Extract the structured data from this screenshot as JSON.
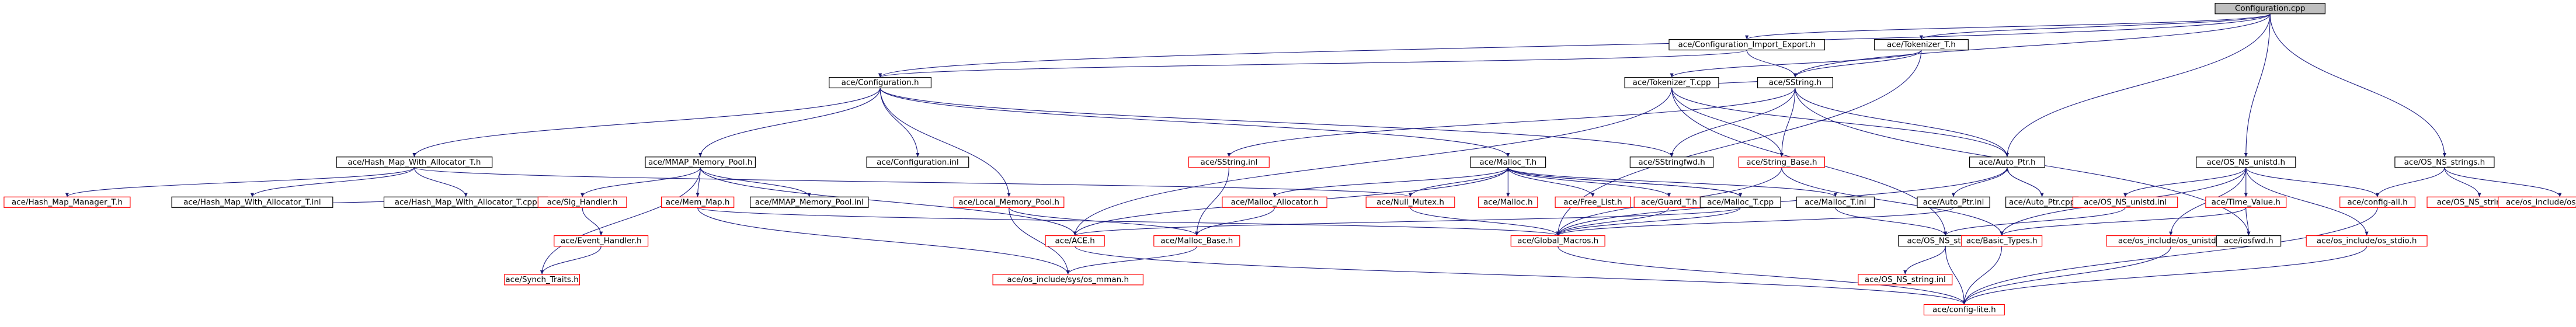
{
  "colors": {
    "root_fill": "#bfbfbf",
    "node_fill": "#ffffff",
    "black_border": "#000000",
    "red_border": "#ff0000",
    "label_color": "#000000",
    "edge_color": "#191970"
  },
  "nodes": [
    {
      "id": "n0",
      "label": "Configuration.cpp",
      "style": "root"
    },
    {
      "id": "n1",
      "label": "ace/Configuration_Import_Export.h",
      "style": "black"
    },
    {
      "id": "n2",
      "label": "ace/Tokenizer_T.h",
      "style": "black"
    },
    {
      "id": "n3",
      "label": "ace/Configuration.h",
      "style": "black"
    },
    {
      "id": "n4",
      "label": "ace/Tokenizer_T.cpp",
      "style": "black"
    },
    {
      "id": "n5",
      "label": "ace/SString.h",
      "style": "black"
    },
    {
      "id": "n6",
      "label": "ace/OS_NS_unistd.h",
      "style": "black"
    },
    {
      "id": "n7",
      "label": "ace/OS_NS_strings.h",
      "style": "black"
    },
    {
      "id": "n8",
      "label": "ace/Hash_Map_With_Allocator_T.h",
      "style": "black"
    },
    {
      "id": "n9",
      "label": "ace/MMAP_Memory_Pool.h",
      "style": "black"
    },
    {
      "id": "n10",
      "label": "ace/Configuration.inl",
      "style": "black"
    },
    {
      "id": "n11",
      "label": "ace/Malloc_T.h",
      "style": "black"
    },
    {
      "id": "n12",
      "label": "ace/SString.inl",
      "style": "red"
    },
    {
      "id": "n13",
      "label": "ace/String_Base.h",
      "style": "red"
    },
    {
      "id": "n14",
      "label": "ace/SStringfwd.h",
      "style": "black"
    },
    {
      "id": "n15",
      "label": "ace/Auto_Ptr.h",
      "style": "black"
    },
    {
      "id": "n16",
      "label": "ace/Hash_Map_Manager_T.h",
      "style": "red"
    },
    {
      "id": "n17",
      "label": "ace/Hash_Map_With_Allocator_T.inl",
      "style": "black"
    },
    {
      "id": "n18",
      "label": "ace/Hash_Map_With_Allocator_T.cpp",
      "style": "black"
    },
    {
      "id": "n19",
      "label": "ace/Sig_Handler.h",
      "style": "red"
    },
    {
      "id": "n20",
      "label": "ace/Mem_Map.h",
      "style": "red"
    },
    {
      "id": "n21",
      "label": "ace/MMAP_Memory_Pool.inl",
      "style": "black"
    },
    {
      "id": "n22",
      "label": "ace/Local_Memory_Pool.h",
      "style": "red"
    },
    {
      "id": "n23",
      "label": "ace/Malloc_Allocator.h",
      "style": "red"
    },
    {
      "id": "n24",
      "label": "ace/Null_Mutex.h",
      "style": "red"
    },
    {
      "id": "n25",
      "label": "ace/Malloc.h",
      "style": "red"
    },
    {
      "id": "n26",
      "label": "ace/Free_List.h",
      "style": "red"
    },
    {
      "id": "n27",
      "label": "ace/Guard_T.h",
      "style": "red"
    },
    {
      "id": "n28",
      "label": "ace/Malloc_T.cpp",
      "style": "black"
    },
    {
      "id": "n29",
      "label": "ace/Malloc_T.inl",
      "style": "black"
    },
    {
      "id": "n30",
      "label": "ace/Auto_Ptr.inl",
      "style": "black"
    },
    {
      "id": "n31",
      "label": "ace/Auto_Ptr.cpp",
      "style": "black"
    },
    {
      "id": "n32",
      "label": "ace/OS_NS_unistd.inl",
      "style": "red"
    },
    {
      "id": "n33",
      "label": "ace/Time_Value.h",
      "style": "red"
    },
    {
      "id": "n34",
      "label": "ace/config-all.h",
      "style": "red"
    },
    {
      "id": "n35",
      "label": "ace/OS_NS_strings.inl",
      "style": "red"
    },
    {
      "id": "n36",
      "label": "ace/os_include/os_strings.h",
      "style": "red"
    },
    {
      "id": "n37",
      "label": "ace/Event_Handler.h",
      "style": "red"
    },
    {
      "id": "n38",
      "label": "ace/ACE.h",
      "style": "red"
    },
    {
      "id": "n39",
      "label": "ace/Malloc_Base.h",
      "style": "red"
    },
    {
      "id": "n40",
      "label": "ace/Global_Macros.h",
      "style": "red"
    },
    {
      "id": "n41",
      "label": "ace/OS_NS_string.h",
      "style": "black"
    },
    {
      "id": "n42",
      "label": "ace/os_include/os_unistd.h",
      "style": "red"
    },
    {
      "id": "n43",
      "label": "ace/os_include/os_stdio.h",
      "style": "red"
    },
    {
      "id": "n44",
      "label": "ace/Basic_Types.h",
      "style": "red"
    },
    {
      "id": "n45",
      "label": "ace/iosfwd.h",
      "style": "black"
    },
    {
      "id": "n46",
      "label": "ace/Synch_Traits.h",
      "style": "red"
    },
    {
      "id": "n47",
      "label": "ace/os_include/sys/os_mman.h",
      "style": "red"
    },
    {
      "id": "n48",
      "label": "ace/OS_NS_string.inl",
      "style": "red"
    },
    {
      "id": "n49",
      "label": "ace/config-lite.h",
      "style": "red"
    }
  ],
  "edges": [
    [
      "n0",
      "n1"
    ],
    [
      "n0",
      "n2"
    ],
    [
      "n0",
      "n3"
    ],
    [
      "n0",
      "n5"
    ],
    [
      "n0",
      "n15"
    ],
    [
      "n0",
      "n6"
    ],
    [
      "n0",
      "n7"
    ],
    [
      "n1",
      "n3"
    ],
    [
      "n1",
      "n5"
    ],
    [
      "n2",
      "n4"
    ],
    [
      "n2",
      "n5"
    ],
    [
      "n2",
      "n40"
    ],
    [
      "n3",
      "n8"
    ],
    [
      "n3",
      "n9"
    ],
    [
      "n3",
      "n10"
    ],
    [
      "n3",
      "n11"
    ],
    [
      "n3",
      "n22"
    ],
    [
      "n3",
      "n14"
    ],
    [
      "n4",
      "n5"
    ],
    [
      "n4",
      "n38"
    ],
    [
      "n4",
      "n13"
    ],
    [
      "n4",
      "n15"
    ],
    [
      "n4",
      "n41"
    ],
    [
      "n5",
      "n12"
    ],
    [
      "n5",
      "n13"
    ],
    [
      "n5",
      "n14"
    ],
    [
      "n5",
      "n15"
    ],
    [
      "n5",
      "n45"
    ],
    [
      "n6",
      "n32"
    ],
    [
      "n6",
      "n33"
    ],
    [
      "n6",
      "n34"
    ],
    [
      "n6",
      "n42"
    ],
    [
      "n6",
      "n43"
    ],
    [
      "n6",
      "n44"
    ],
    [
      "n7",
      "n34"
    ],
    [
      "n7",
      "n35"
    ],
    [
      "n7",
      "n36"
    ],
    [
      "n8",
      "n16"
    ],
    [
      "n8",
      "n17"
    ],
    [
      "n8",
      "n18"
    ],
    [
      "n8",
      "n24"
    ],
    [
      "n9",
      "n19"
    ],
    [
      "n9",
      "n20"
    ],
    [
      "n9",
      "n21"
    ],
    [
      "n9",
      "n38"
    ],
    [
      "n9",
      "n46"
    ],
    [
      "n11",
      "n23"
    ],
    [
      "n11",
      "n24"
    ],
    [
      "n11",
      "n25"
    ],
    [
      "n11",
      "n26"
    ],
    [
      "n11",
      "n27"
    ],
    [
      "n11",
      "n28"
    ],
    [
      "n11",
      "n29"
    ],
    [
      "n11",
      "n38"
    ],
    [
      "n12",
      "n39"
    ],
    [
      "n13",
      "n40"
    ],
    [
      "n13",
      "n44"
    ],
    [
      "n15",
      "n30"
    ],
    [
      "n15",
      "n31"
    ],
    [
      "n15",
      "n40"
    ],
    [
      "n17",
      "n18"
    ],
    [
      "n19",
      "n37"
    ],
    [
      "n20",
      "n47"
    ],
    [
      "n20",
      "n40"
    ],
    [
      "n22",
      "n39"
    ],
    [
      "n22",
      "n47"
    ],
    [
      "n23",
      "n39"
    ],
    [
      "n24",
      "n40"
    ],
    [
      "n27",
      "n40"
    ],
    [
      "n28",
      "n11"
    ],
    [
      "n28",
      "n38"
    ],
    [
      "n28",
      "n40"
    ],
    [
      "n29",
      "n41"
    ],
    [
      "n30",
      "n40"
    ],
    [
      "n31",
      "n15"
    ],
    [
      "n32",
      "n41"
    ],
    [
      "n33",
      "n44"
    ],
    [
      "n33",
      "n45"
    ],
    [
      "n34",
      "n49"
    ],
    [
      "n37",
      "n46"
    ],
    [
      "n38",
      "n49"
    ],
    [
      "n39",
      "n47"
    ],
    [
      "n40",
      "n49"
    ],
    [
      "n41",
      "n48"
    ],
    [
      "n41",
      "n44"
    ],
    [
      "n41",
      "n49"
    ],
    [
      "n42",
      "n49"
    ],
    [
      "n43",
      "n49"
    ],
    [
      "n44",
      "n49"
    ]
  ]
}
